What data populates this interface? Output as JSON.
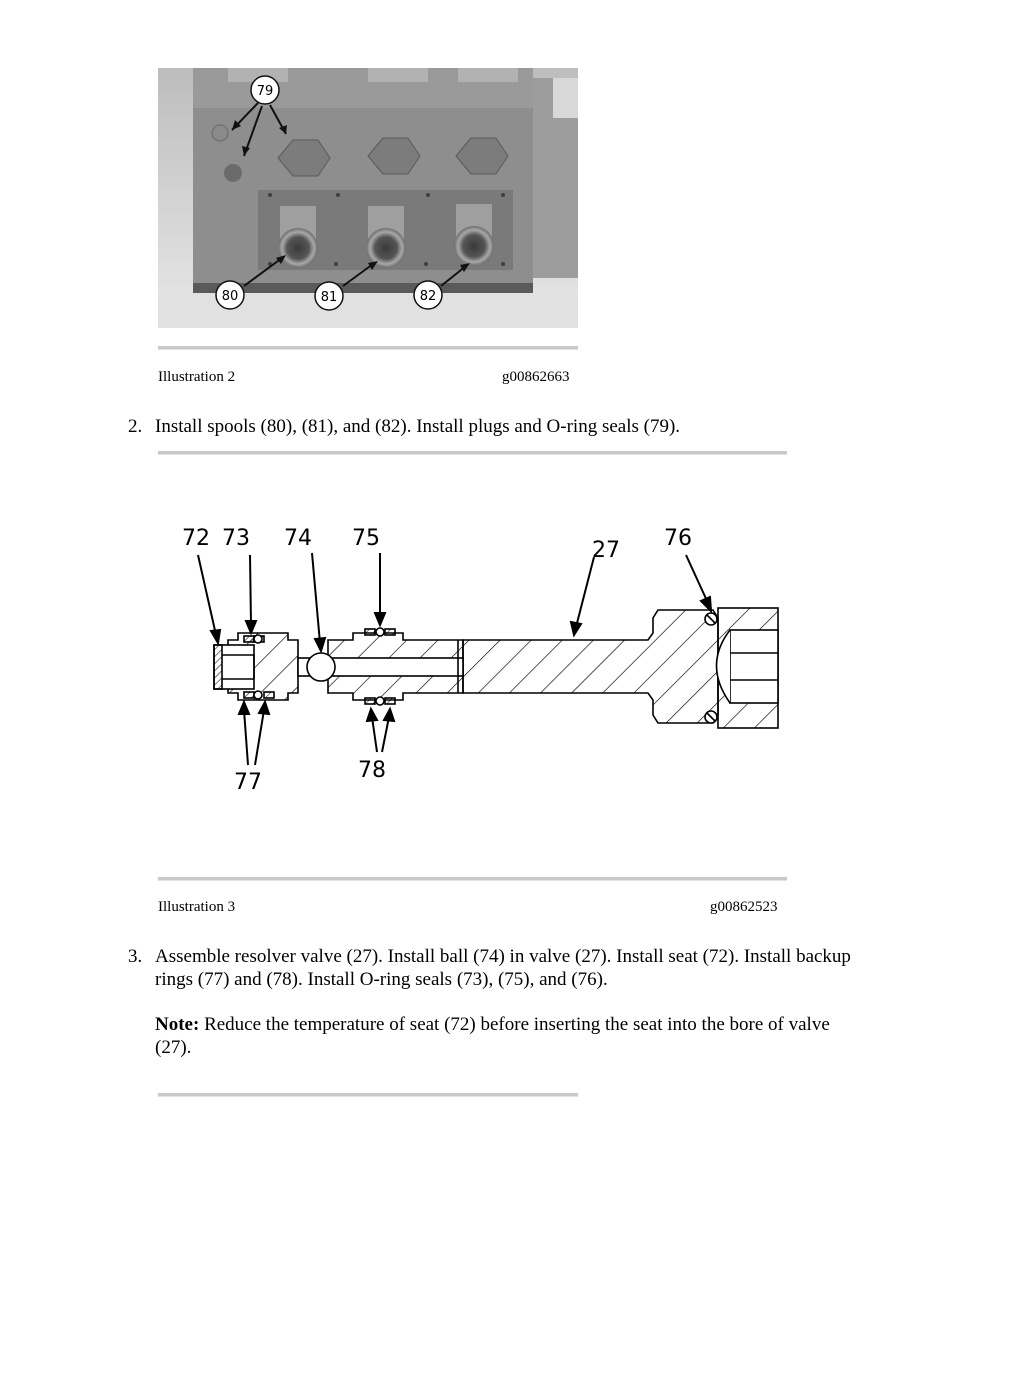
{
  "illustration2": {
    "photo_callouts": [
      "79",
      "80",
      "81",
      "82"
    ],
    "caption_label": "Illustration 2",
    "caption_id": "g00862663"
  },
  "step2": {
    "number": "2.",
    "text": "Install spools (80), (81), and (82). Install plugs and O-ring seals (79)."
  },
  "illustration3": {
    "callouts": [
      "72",
      "73",
      "74",
      "75",
      "27",
      "76",
      "77",
      "78"
    ],
    "caption_label": "Illustration 3",
    "caption_id": "g00862523"
  },
  "step3": {
    "number": "3.",
    "line1": "Assemble resolver valve (27). Install ball (74) in valve (27). Install seat (72). Install backup",
    "line2": "rings (77) and (78). Install O-ring seals (73), (75), and (76)."
  },
  "note": {
    "label": "Note:",
    "line1": " Reduce the temperature of seat (72) before inserting the seat into the bore of valve",
    "line2": "(27)."
  }
}
